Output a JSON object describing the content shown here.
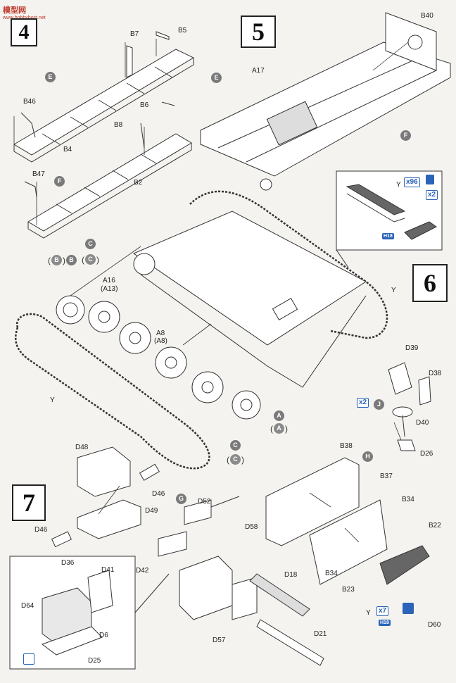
{
  "watermark": {
    "title": "模型网",
    "url": "www.hobbyhost.net"
  },
  "steps": [
    "4",
    "5",
    "6",
    "7"
  ],
  "part_labels": {
    "b5": "B5",
    "b7": "B7",
    "b46": "B46",
    "b4": "B4",
    "b6": "B6",
    "b8": "B8",
    "b2": "B2",
    "b47": "B47",
    "a17": "A17",
    "b40": "B40",
    "a16": "A16",
    "a13": "(A13)",
    "a8": "A8",
    "a8p": "(A8)",
    "y1": "Y",
    "y2": "Y",
    "y3": "Y",
    "y4": "Y",
    "d39": "D39",
    "d38": "D38",
    "d40": "D40",
    "d26": "D26",
    "d48": "D48",
    "d46a": "D46",
    "d49": "D49",
    "d46b": "D46",
    "d52": "D52",
    "d58": "D58",
    "d42": "D42",
    "b38": "B38",
    "b37": "B37",
    "b34a": "B34",
    "b22": "B22",
    "b34b": "B34",
    "b23": "B23",
    "d18": "D18",
    "d21": "D21",
    "d57": "D57",
    "d60": "D60",
    "d36": "D36",
    "d41": "D41",
    "d64": "D64",
    "d6": "D6",
    "d25": "D25"
  },
  "callouts": {
    "e1": "E",
    "f1": "F",
    "e2": "E",
    "f2": "F",
    "b_paren": "B",
    "b_plain": "B",
    "c_top": "C",
    "c_top_paren": "C",
    "a_plain": "A",
    "a_paren": "A",
    "c_bot": "C",
    "c_bot_paren": "C",
    "j": "J",
    "h": "H",
    "g": "G"
  },
  "badges": {
    "x96": "x96",
    "x2_top": "x2",
    "x2_j": "x2",
    "x7": "x7",
    "h18_top": "H18",
    "h18_bot": "H18"
  },
  "colors": {
    "badge_blue": "#2a63b8",
    "callout_gray": "#7a7a7a",
    "line": "#333333"
  }
}
